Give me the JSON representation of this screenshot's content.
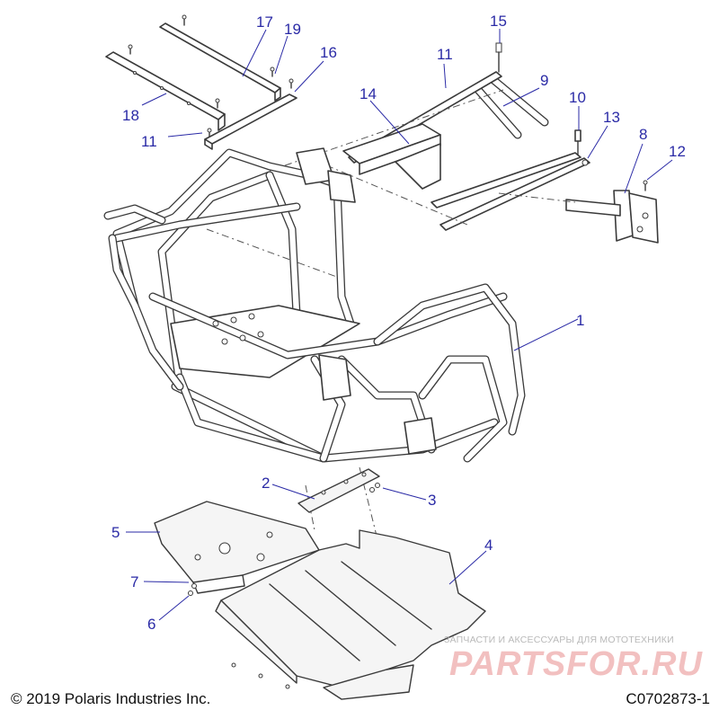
{
  "diagram": {
    "callouts": [
      {
        "label": "1"
      },
      {
        "label": "2"
      },
      {
        "label": "3"
      },
      {
        "label": "4"
      },
      {
        "label": "5"
      },
      {
        "label": "6"
      },
      {
        "label": "7"
      },
      {
        "label": "8"
      },
      {
        "label": "9"
      },
      {
        "label": "10"
      },
      {
        "label": "11"
      },
      {
        "label": "11"
      },
      {
        "label": "12"
      },
      {
        "label": "13"
      },
      {
        "label": "14"
      },
      {
        "label": "15"
      },
      {
        "label": "16"
      },
      {
        "label": "17"
      },
      {
        "label": "18"
      },
      {
        "label": "19"
      }
    ],
    "colors": {
      "callout": "#2a2aa6",
      "line": "#3a3a3a",
      "watermark": "#f2c0c0"
    }
  },
  "footer": {
    "copyright": "© 2019 Polaris Industries Inc.",
    "drawing_code": "C0702873-1"
  },
  "watermark": {
    "tagline": "ЗАПЧАСТИ И АКСЕССУАРЫ ДЛЯ МОТОТЕХНИКИ",
    "brand": "PARTSFOR.RU"
  }
}
